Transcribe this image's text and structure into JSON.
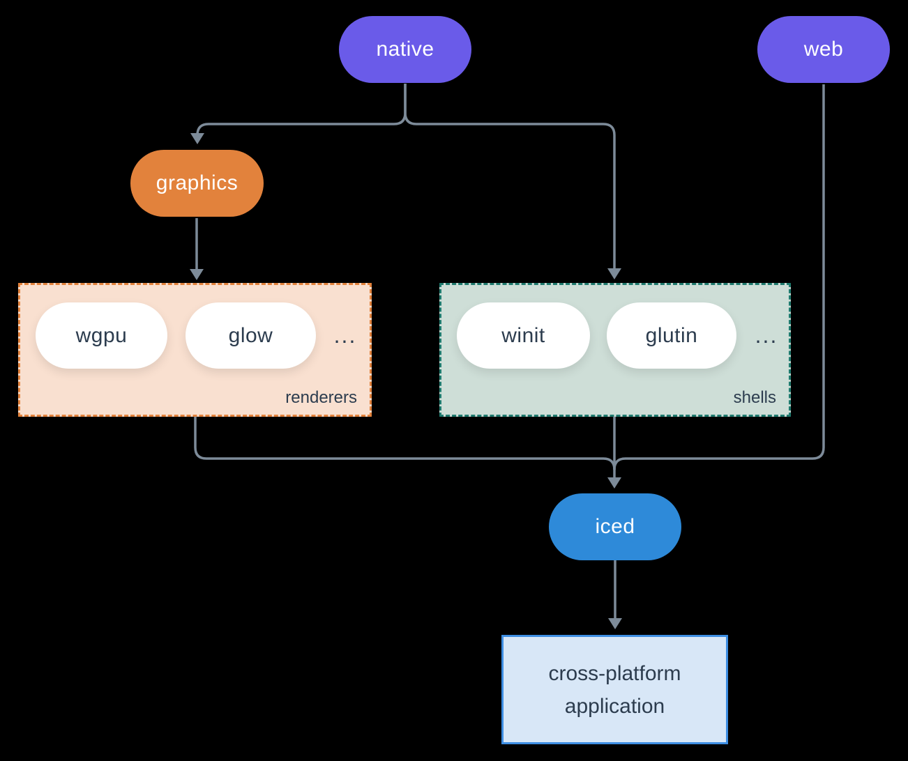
{
  "diagram": {
    "description": "iced ecosystem architecture diagram",
    "background": "#000000"
  },
  "colors": {
    "platform_pill": "#6A5BE9",
    "graphics_pill": "#E2823C",
    "iced_pill": "#2E8AD9",
    "connector": "#7D8B99",
    "dark_text": "#2C3C4E",
    "white_text": "#FFFFFF",
    "renderers_bg": "#F9E0D0",
    "renderers_border": "#E2823C",
    "shells_bg": "#CEDED7",
    "shells_border": "#1F7A6E",
    "app_bg": "#D8E7F7",
    "app_border": "#3E8EE2"
  },
  "nodes": {
    "native": {
      "label": "native"
    },
    "web": {
      "label": "web"
    },
    "graphics": {
      "label": "graphics"
    },
    "iced": {
      "label": "iced"
    },
    "app": {
      "lines": [
        "cross-platform",
        "application"
      ]
    }
  },
  "groups": {
    "renderers": {
      "label": "renderers",
      "items": [
        "wgpu",
        "glow"
      ],
      "ellipsis": "..."
    },
    "shells": {
      "label": "shells",
      "items": [
        "winit",
        "glutin"
      ],
      "ellipsis": "..."
    }
  }
}
